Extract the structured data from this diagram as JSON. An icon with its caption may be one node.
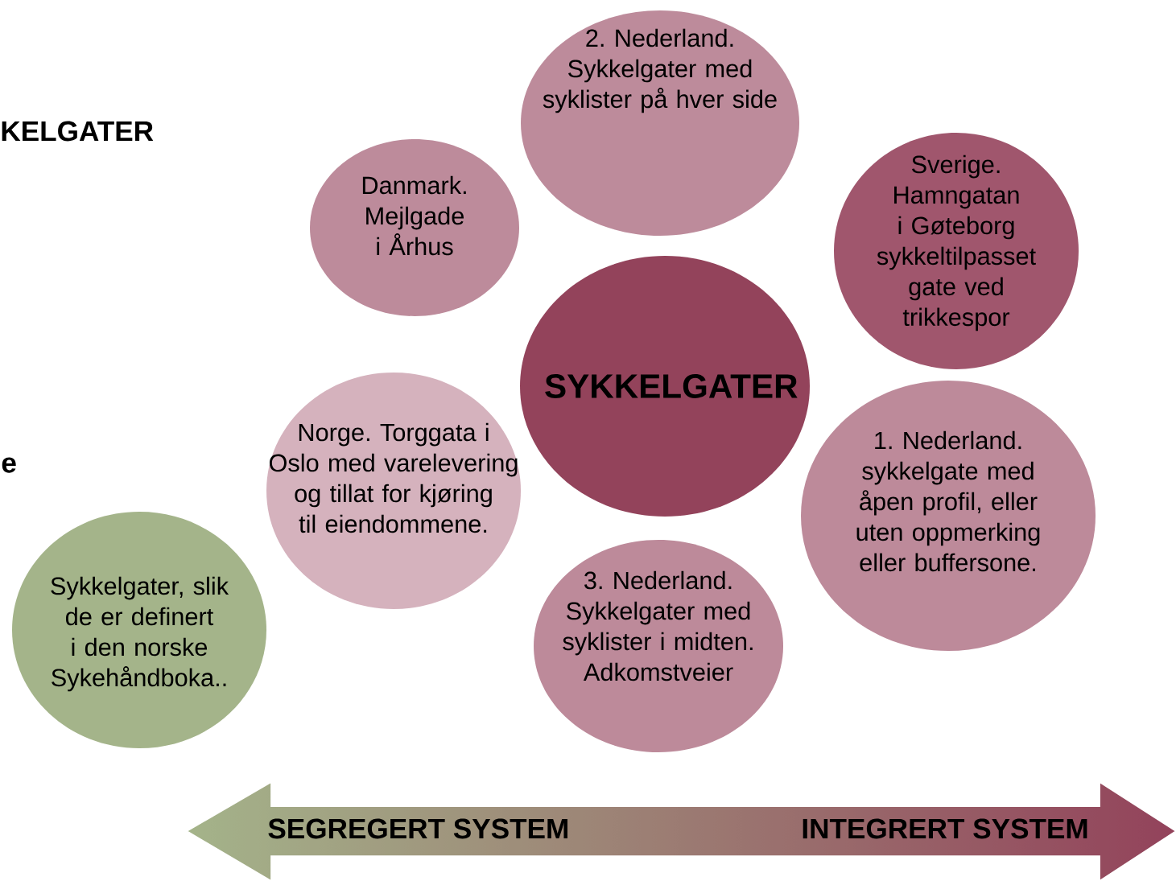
{
  "diagram": {
    "nodes": [
      {
        "text": [
          "2. Nederland. Sykkelgater med syklister på hver side"
        ]
      },
      {
        "text": [
          "Danmark. Mejlgade i Århus"
        ]
      },
      {
        "text": [
          "Sverige. Hamngatan i Gøteborg sykkeltilpasset gate ved trikkespor"
        ]
      },
      {
        "text": [
          "SYKKELGATER"
        ]
      },
      {
        "text": [
          "Norge. Torggata i Oslo med varelevering og tillat for kjøring til eiendommene."
        ]
      },
      {
        "text": [
          "1. Nederland. sykkelgate med åpen profil, eller uten oppmerking eller buffersone."
        ]
      },
      {
        "text": [
          "Sykkelgater, slik de er definert i den norske Sykehåndboka.."
        ]
      },
      {
        "text": [
          "3. Nederland. Sykkelgater med syklister i midten. Adkomstveier"
        ]
      }
    ],
    "labels": [
      "KELGATER",
      "e",
      "SEGREGERT SYSTEM",
      "INTEGRERT SYSTEM"
    ]
  }
}
